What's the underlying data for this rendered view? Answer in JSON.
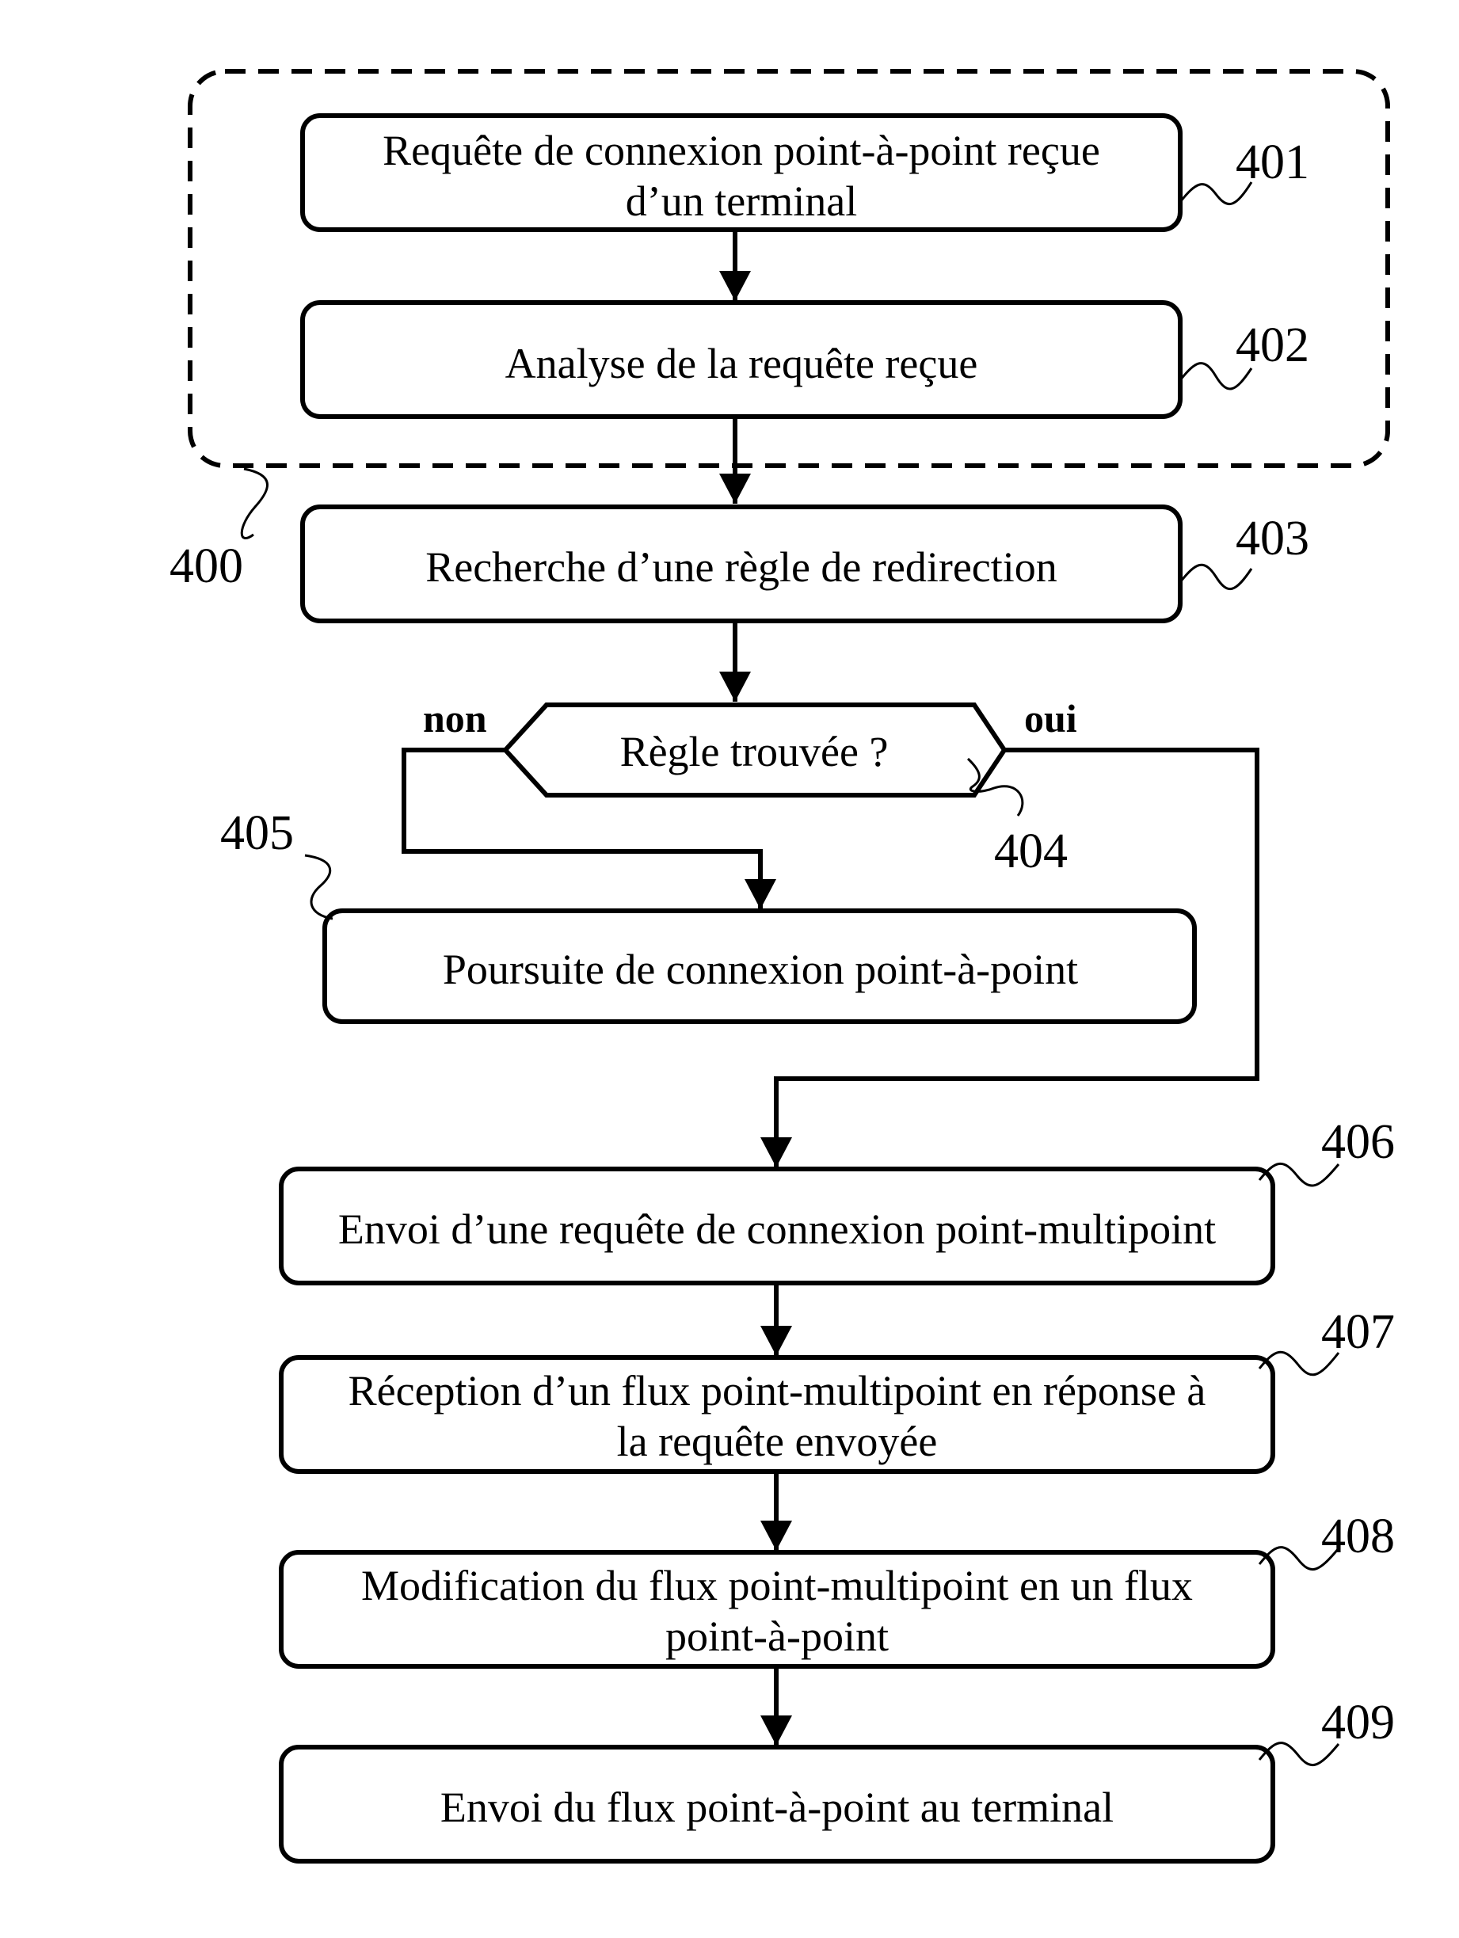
{
  "diagram": {
    "group": {
      "ref": "400"
    },
    "nodes": [
      {
        "id": "401",
        "ref": "401",
        "lines": [
          "Requête de connexion point-à-point reçue",
          "d’un terminal"
        ]
      },
      {
        "id": "402",
        "ref": "402",
        "lines": [
          "Analyse de la requête reçue"
        ]
      },
      {
        "id": "403",
        "ref": "403",
        "lines": [
          "Recherche d’une règle de redirection"
        ]
      },
      {
        "id": "404",
        "ref": "404",
        "lines": [
          "Règle trouvée ?"
        ],
        "shape": "hexagon"
      },
      {
        "id": "405",
        "ref": "405",
        "lines": [
          "Poursuite de connexion point-à-point"
        ]
      },
      {
        "id": "406",
        "ref": "406",
        "lines": [
          "Envoi d’une requête de connexion point-multipoint"
        ]
      },
      {
        "id": "407",
        "ref": "407",
        "lines": [
          "Réception d’un flux point-multipoint en réponse à",
          "la requête envoyée"
        ]
      },
      {
        "id": "408",
        "ref": "408",
        "lines": [
          "Modification du flux point-multipoint en un flux",
          "point-à-point"
        ]
      },
      {
        "id": "409",
        "ref": "409",
        "lines": [
          "Envoi du flux point-à-point au terminal"
        ]
      }
    ],
    "branches": {
      "no": "non",
      "yes": "oui"
    },
    "edges": [
      {
        "from": "401",
        "to": "402"
      },
      {
        "from": "402",
        "to": "403"
      },
      {
        "from": "403",
        "to": "404"
      },
      {
        "from": "404",
        "to": "405",
        "label": "non"
      },
      {
        "from": "404",
        "to": "406",
        "label": "oui"
      },
      {
        "from": "406",
        "to": "407"
      },
      {
        "from": "407",
        "to": "408"
      },
      {
        "from": "408",
        "to": "409"
      }
    ]
  }
}
